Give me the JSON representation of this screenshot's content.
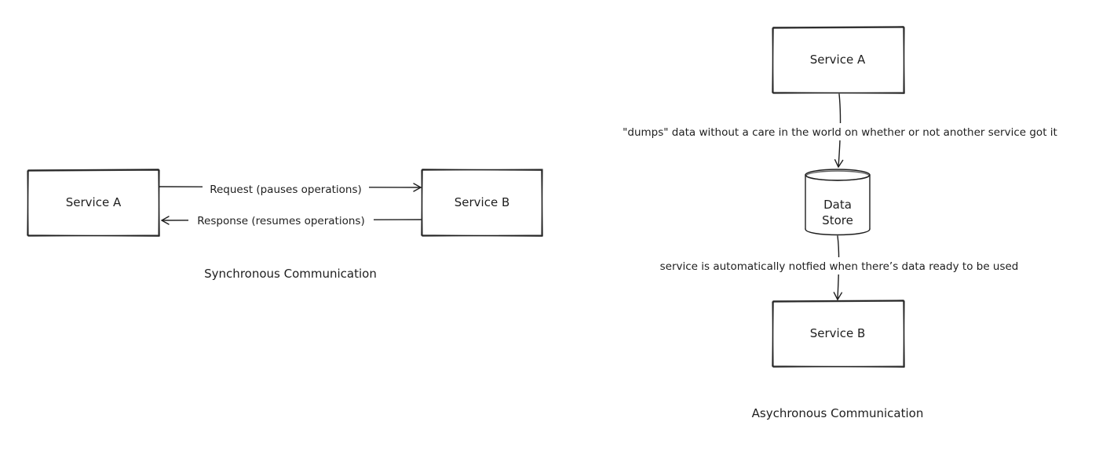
{
  "sync": {
    "service_a": "Service A",
    "service_b": "Service B",
    "request_label": "Request (pauses operations)",
    "response_label": "Response (resumes operations)",
    "caption": "Synchronous Communication"
  },
  "async": {
    "service_a": "Service A",
    "service_b": "Service B",
    "data_store_line1": "Data",
    "data_store_line2": "Store",
    "dump_label": "\"dumps\" data without a care in the world on whether or not another service got it",
    "notify_label": "service is automatically notfied when there’s data ready to be used",
    "caption": "Asychronous Communication"
  },
  "colors": {
    "stroke": "#1e1e1e",
    "background": "#ffffff"
  }
}
